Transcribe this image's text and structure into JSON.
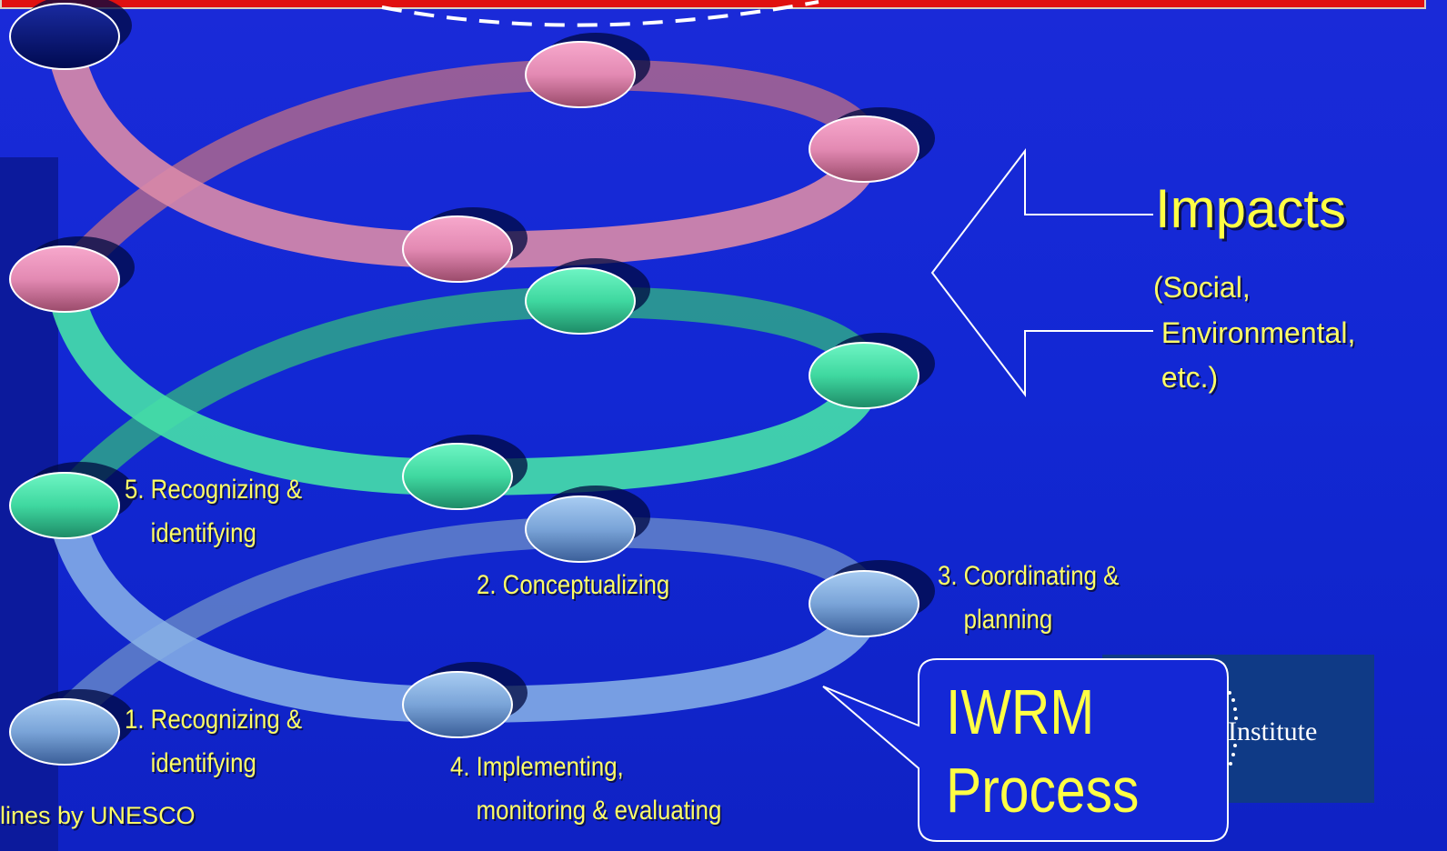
{
  "steps": {
    "step5": "5. Recognizing &\n    identifying",
    "step2": "2. Conceptualizing",
    "step3": "3. Coordinating &\n    planning",
    "step1": "1. Recognizing &\n    identifying",
    "step4": "4. Implementing,\n    monitoring & evaluating"
  },
  "impacts": {
    "title": "Impacts",
    "subtitle": "(Social,\n Environmental,\n etc.)"
  },
  "callout": "IWRM\nProcess",
  "logo": "Institute",
  "footer": "lines by UNESCO",
  "colors": {
    "background": "#1228d4",
    "label_text": "#ffff66",
    "ring_top": "#d98aa8",
    "ring_middle": "#3fcf9c",
    "ring_bottom": "#8ab4e8"
  }
}
